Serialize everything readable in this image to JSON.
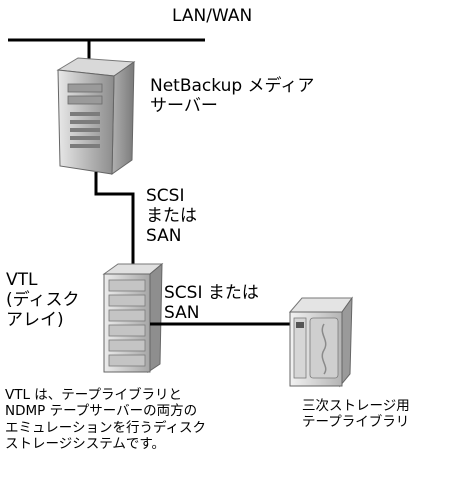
{
  "network": {
    "label": "LAN/WAN"
  },
  "media_server": {
    "label": "NetBackup メディア\nサーバー"
  },
  "link_server_vtl": {
    "label": "SCSI\nまたは\nSAN"
  },
  "vtl": {
    "label": "VTL\n(ディスク\nアレイ)"
  },
  "link_vtl_library": {
    "label": "SCSI または\nSAN"
  },
  "vtl_description": {
    "text": "VTL は、テープライブラリと\nNDMP テープサーバーの両方の\nエミュレーションを行うディスク\nストレージシステムです。"
  },
  "tape_library": {
    "label": "三次ストレージ用\nテープライブラリ"
  }
}
